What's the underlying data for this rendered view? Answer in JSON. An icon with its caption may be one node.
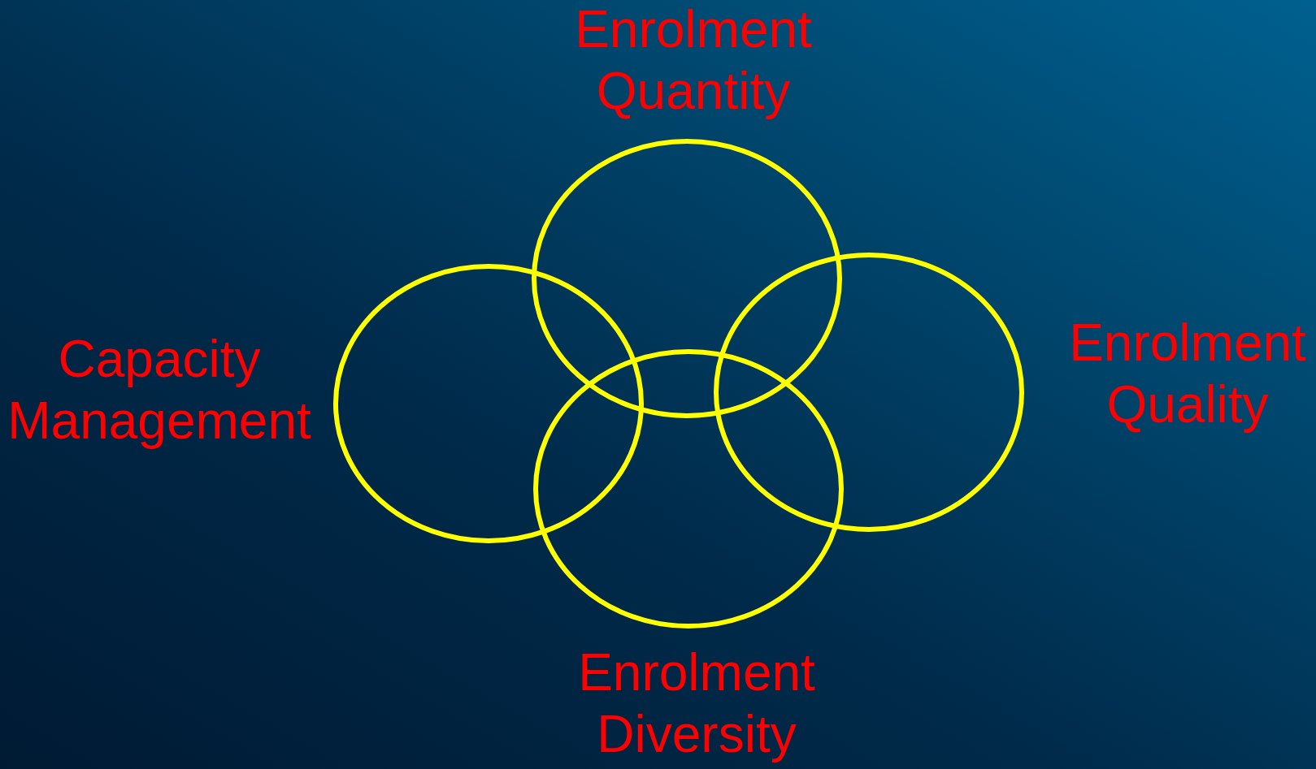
{
  "diagram": {
    "nodes": [
      {
        "text": [
          "Enrolment Quantity"
        ]
      },
      {
        "text": [
          "Capacity Management"
        ]
      },
      {
        "text": [
          "Enrolment Quality"
        ]
      },
      {
        "text": [
          "Enrolment Diversity"
        ]
      }
    ]
  }
}
